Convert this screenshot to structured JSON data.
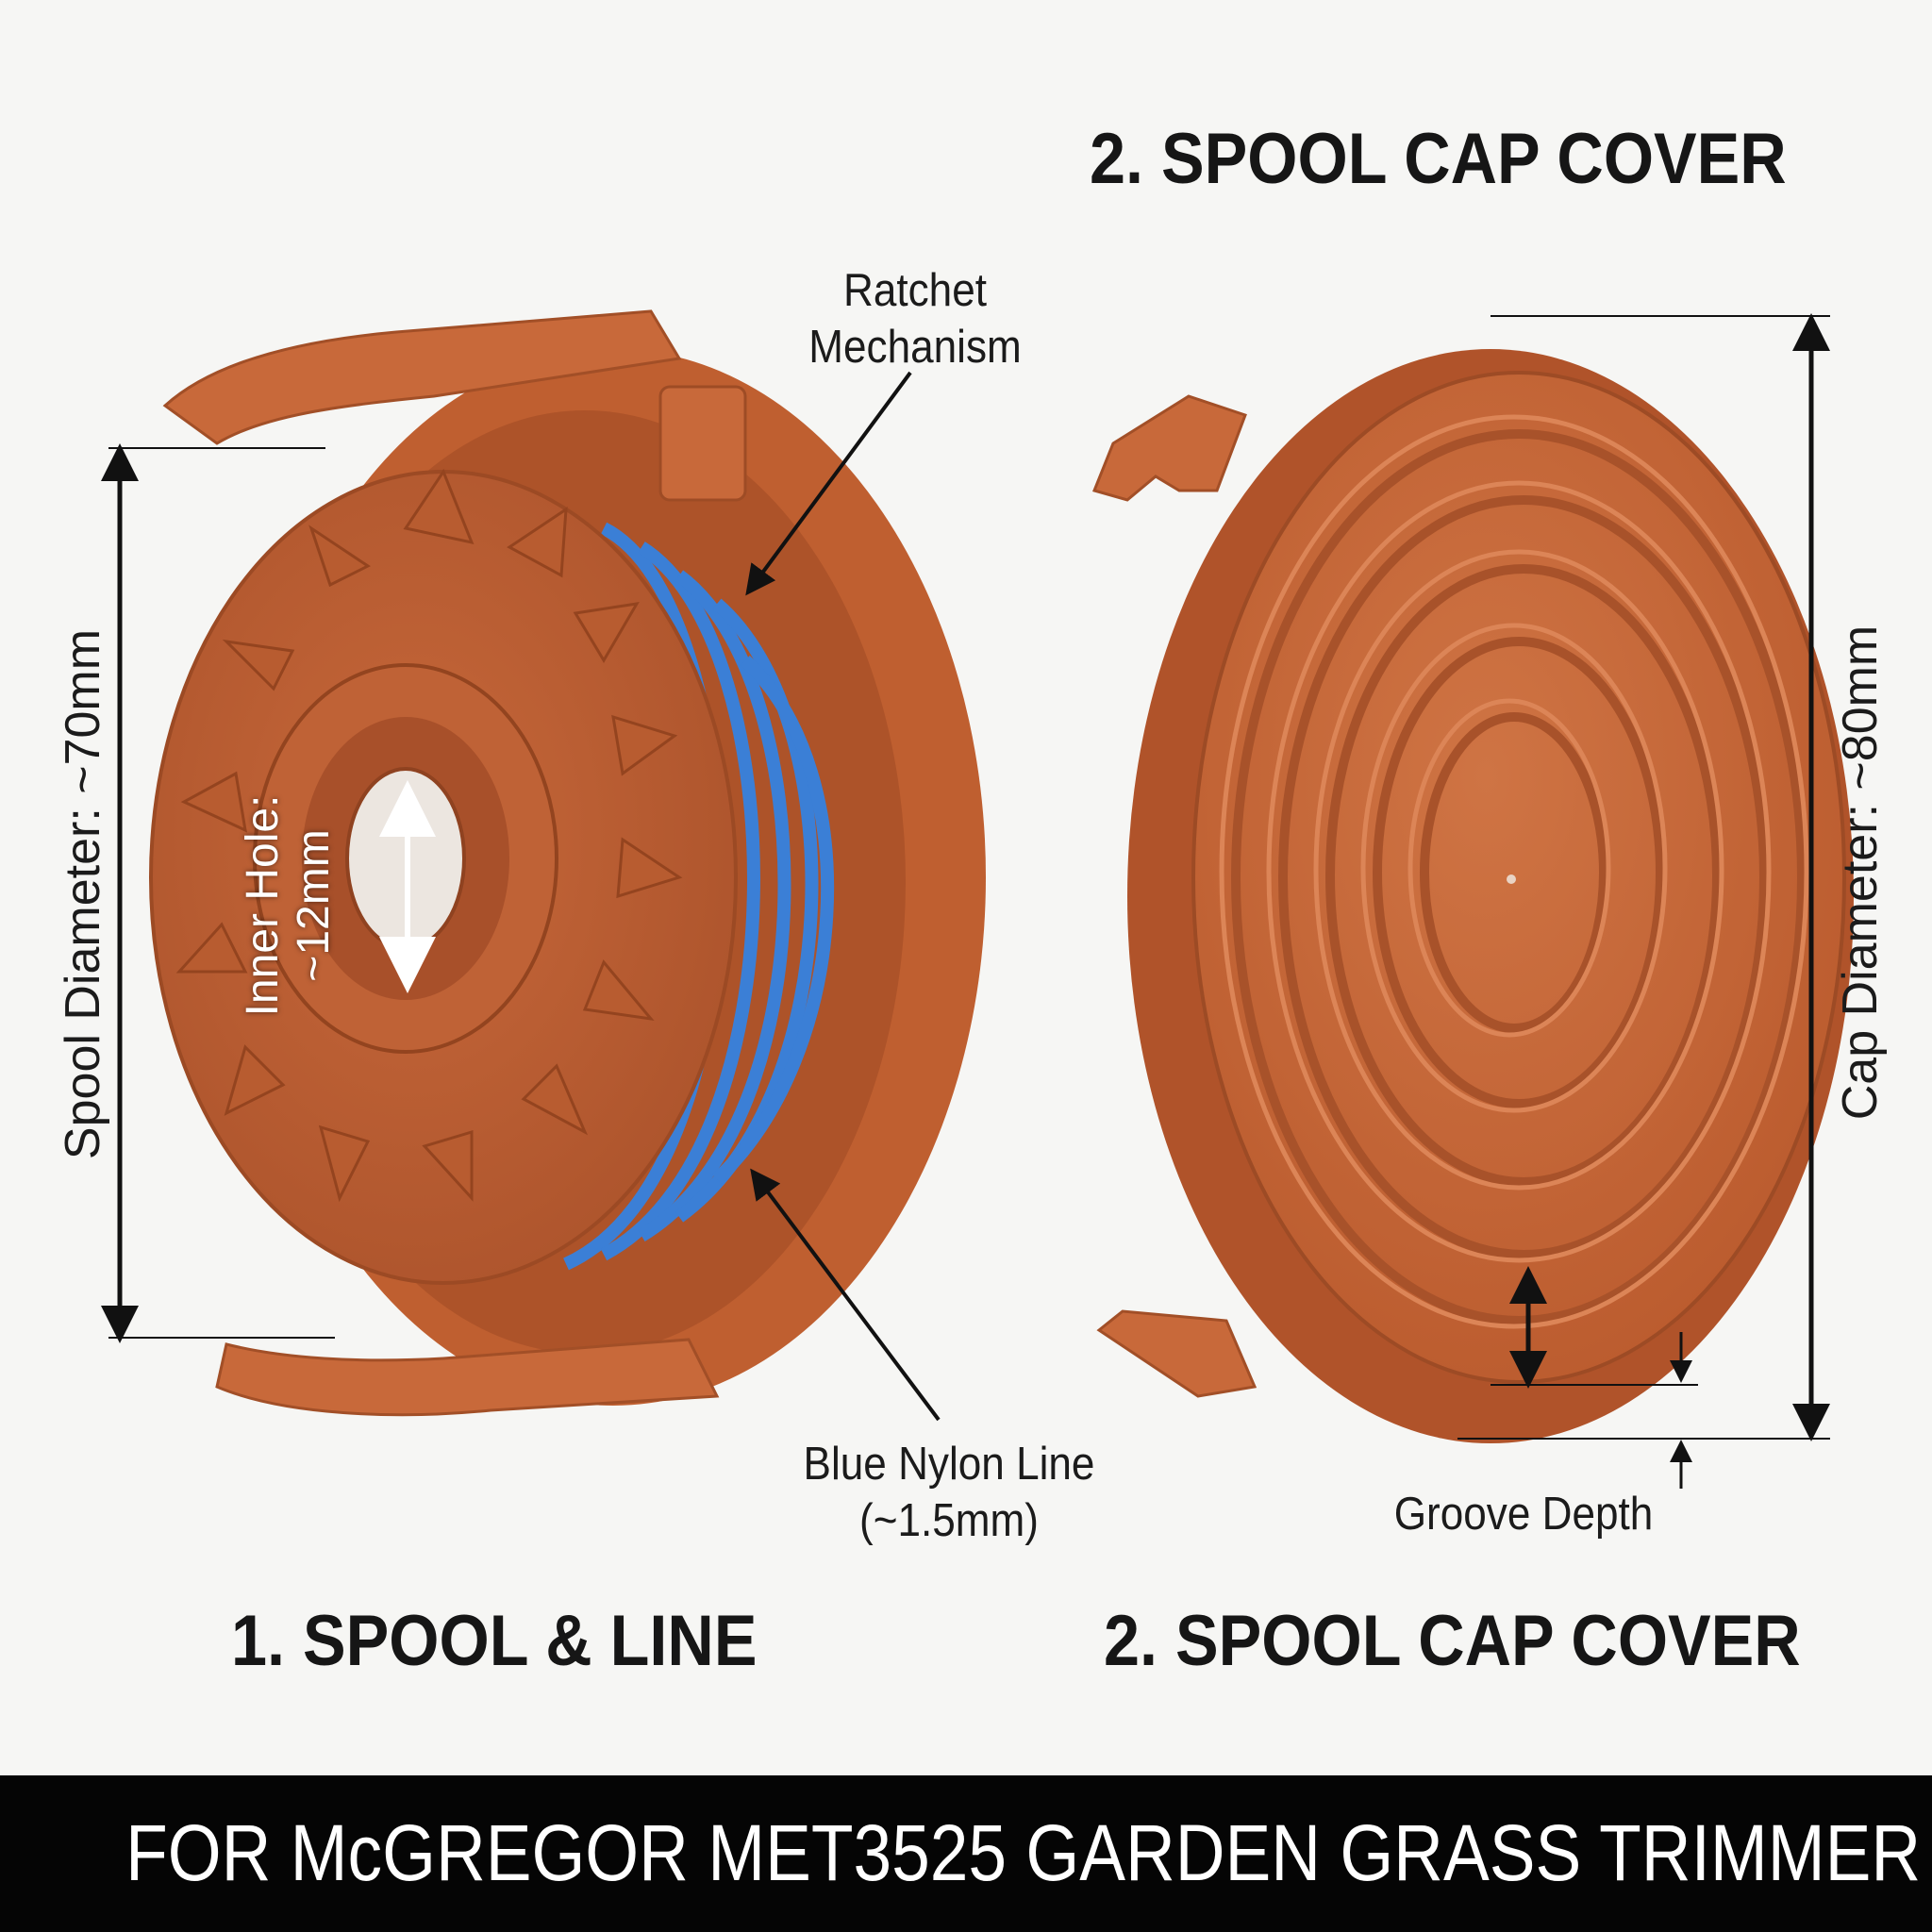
{
  "headings": {
    "top_right": "2. SPOOL CAP COVER",
    "bottom_left": "1. SPOOL & LINE",
    "bottom_right": "2. SPOOL CAP COVER"
  },
  "callouts": {
    "ratchet_line1": "Ratchet",
    "ratchet_line2": "Mechanism",
    "nylon_line1": "Blue Nylon Line",
    "nylon_line2": "(~1.5mm)",
    "groove_depth": "Groove Depth"
  },
  "dimensions": {
    "spool_diameter": "Spool Diameter: ~70mm",
    "cap_diameter": "Cap Diameter: ~80mm",
    "inner_hole_line1": "Inner Hole:",
    "inner_hole_line2": "~12mm"
  },
  "footer": {
    "text": "FOR McGREGOR MET3525 GARDEN GRASS TRIMMER"
  },
  "colors": {
    "plastic": "#c8693a",
    "line": "#3b7fd6",
    "footer_bg": "#050505"
  }
}
